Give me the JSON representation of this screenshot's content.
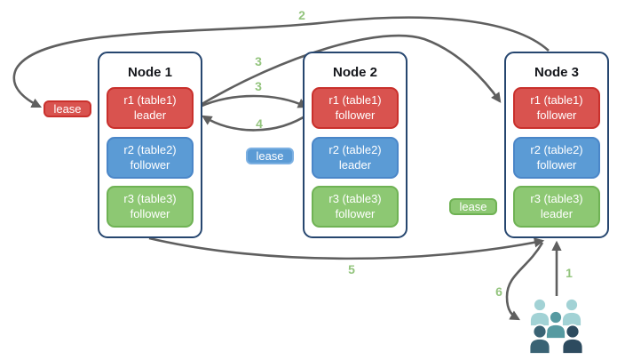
{
  "nodes": [
    {
      "title": "Node 1",
      "replicas": [
        {
          "name": "r1 (table1)",
          "role": "leader",
          "color": "red"
        },
        {
          "name": "r2 (table2)",
          "role": "follower",
          "color": "blue"
        },
        {
          "name": "r3 (table3)",
          "role": "follower",
          "color": "green"
        }
      ]
    },
    {
      "title": "Node 2",
      "replicas": [
        {
          "name": "r1 (table1)",
          "role": "follower",
          "color": "red"
        },
        {
          "name": "r2 (table2)",
          "role": "leader",
          "color": "blue"
        },
        {
          "name": "r3 (table3)",
          "role": "follower",
          "color": "green"
        }
      ]
    },
    {
      "title": "Node 3",
      "replicas": [
        {
          "name": "r1 (table1)",
          "role": "follower",
          "color": "red"
        },
        {
          "name": "r2 (table2)",
          "role": "follower",
          "color": "blue"
        },
        {
          "name": "r3 (table3)",
          "role": "leader",
          "color": "green"
        }
      ]
    }
  ],
  "leases": {
    "red": {
      "label": "lease"
    },
    "blue": {
      "label": "lease"
    },
    "green": {
      "label": "lease"
    }
  },
  "steps": {
    "s1": "1",
    "s2": "2",
    "s3a": "3",
    "s3b": "3",
    "s4": "4",
    "s5": "5",
    "s6": "6"
  },
  "icons": {
    "clients": "users-icon"
  },
  "colors": {
    "replica_red": "#d9534f",
    "replica_red_border": "#c9302c",
    "replica_blue": "#5b9bd5",
    "replica_blue_border": "#4a86c8",
    "replica_green": "#8dc873",
    "replica_green_border": "#6fb254",
    "node_border": "#26466f",
    "arrow": "#5f5f5f",
    "step_label": "#93c47d",
    "people_light": "#a2d2d5",
    "people_mid": "#569aa1",
    "people_dark_left": "#3a6374",
    "people_dark_right": "#2d4b5f"
  }
}
